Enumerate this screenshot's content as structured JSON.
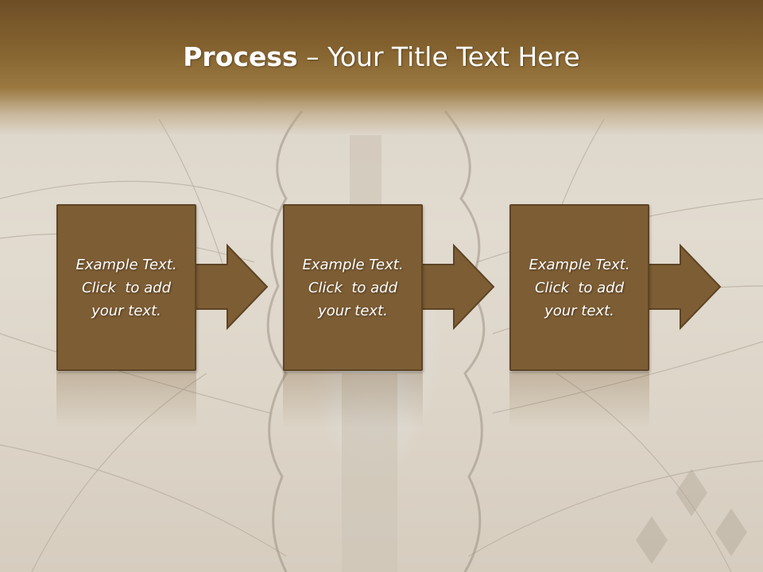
{
  "slide": {
    "title_bold": "Process",
    "title_rest": " – Your Title Text Here"
  },
  "steps": [
    {
      "line1": "Example Text.",
      "line2": "Click  to add",
      "line3": "your text."
    },
    {
      "line1": "Example Text.",
      "line2": "Click  to add",
      "line3": "your text."
    },
    {
      "line1": "Example Text.",
      "line2": "Click  to add",
      "line3": "your text."
    }
  ],
  "colors": {
    "box_fill": "#7d5d34",
    "box_border": "#5e4424",
    "title_band": "#84622f",
    "text": "#ffffff"
  }
}
